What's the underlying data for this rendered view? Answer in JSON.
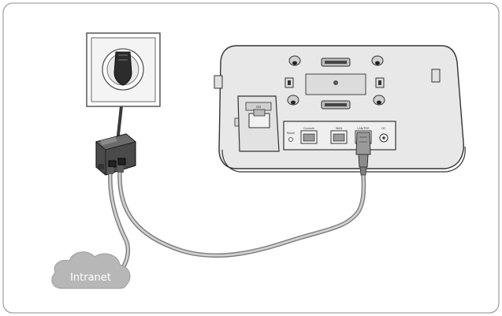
{
  "cloud": {
    "label": "Intranet",
    "color": "#b7b7b7"
  },
  "device": {
    "port_labels": [
      "Reset",
      "Console",
      "WAN",
      "LAN/POE",
      "DC"
    ],
    "slot_label": "SIM"
  },
  "colors": {
    "frame_stroke": "#9a9a9a",
    "device_body": "#e6e6e6",
    "device_stroke": "#3a3a3a",
    "cable": "#8c8c8c",
    "cable_core": "#d6d6d6"
  }
}
